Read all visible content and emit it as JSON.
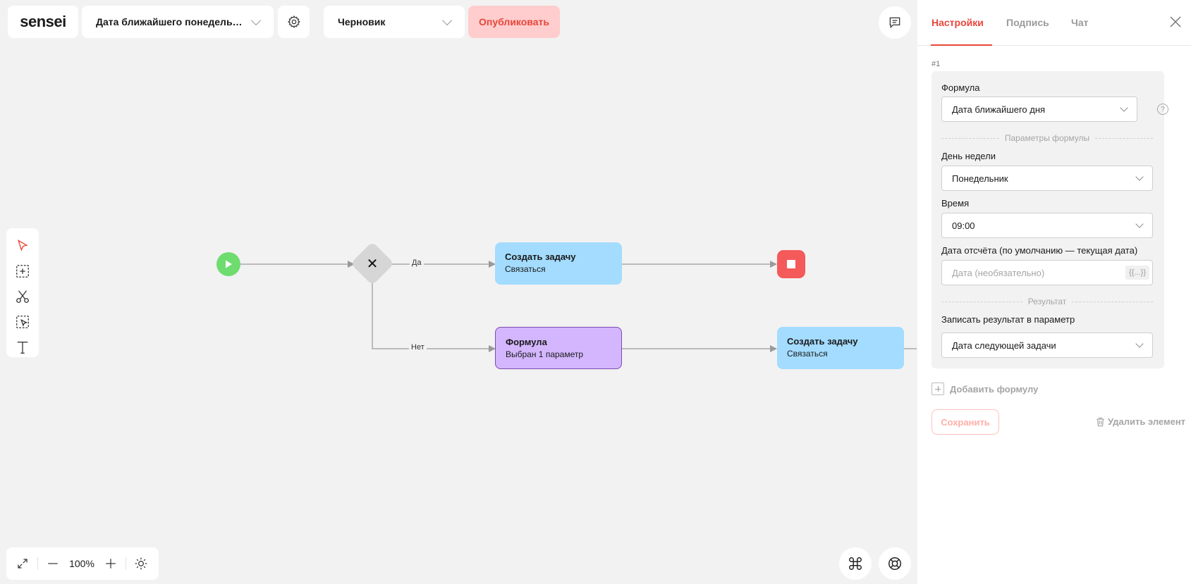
{
  "header": {
    "logo": "sensei",
    "process_title": "Дата ближайшего понедельни...",
    "status": "Черновик",
    "publish_label": "Опубликовать"
  },
  "canvas": {
    "edge_yes": "Да",
    "edge_no": "Нет",
    "nodes": {
      "task1": {
        "title": "Создать задачу",
        "subtitle": "Связаться"
      },
      "formula": {
        "title": "Формула",
        "subtitle": "Выбран 1 параметр"
      },
      "task2": {
        "title": "Создать задачу",
        "subtitle": "Связаться"
      }
    }
  },
  "zoom": {
    "level": "100%"
  },
  "panel": {
    "tabs": [
      "Настройки",
      "Подпись",
      "Чат"
    ],
    "section_number": "#1",
    "formula_label": "Формула",
    "formula_value": "Дата ближайшего дня",
    "help_glyph": "?",
    "params_header": "Параметры формулы",
    "weekday_label": "День недели",
    "weekday_value": "Понедельник",
    "time_label": "Время",
    "time_value": "09:00",
    "ref_date_label": "Дата отсчёта (по умолчанию — текущая дата)",
    "ref_date_placeholder": "Дата (необязательно)",
    "template_chip": "{{...}}",
    "result_header": "Результат",
    "result_label": "Записать результат в параметр",
    "result_value": "Дата следующей задачи",
    "add_formula": "Добавить формулу",
    "save": "Сохранить",
    "delete": "Удалить элемент"
  },
  "colors": {
    "accent": "#e8463b",
    "start": "#6fdc6f",
    "stop": "#f45a5a",
    "task_node": "#a3dcff",
    "formula_node": "#d4b6ff"
  }
}
